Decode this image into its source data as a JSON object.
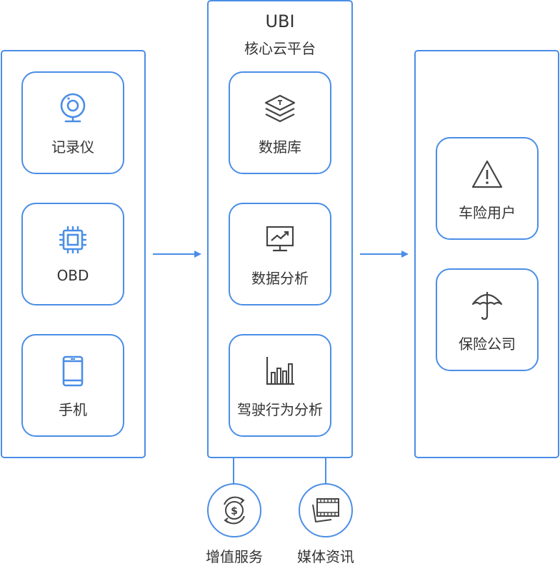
{
  "colors": {
    "accent": "#4a8ee6",
    "dark": "#444444",
    "text": "#333333"
  },
  "center": {
    "title": "UBI",
    "subtitle": "核心云平台"
  },
  "left": [
    {
      "label": "记录仪",
      "icon": "webcam-icon"
    },
    {
      "label": "OBD",
      "icon": "chip-icon"
    },
    {
      "label": "手机",
      "icon": "phone-icon"
    }
  ],
  "middle": [
    {
      "label": "数据库",
      "icon": "layers-icon"
    },
    {
      "label": "数据分析",
      "icon": "monitor-chart-icon"
    },
    {
      "label": "驾驶行为分析",
      "icon": "bar-chart-icon"
    }
  ],
  "right": [
    {
      "label": "车险用户",
      "icon": "warning-icon"
    },
    {
      "label": "保险公司",
      "icon": "umbrella-icon"
    }
  ],
  "bottom": [
    {
      "label": "增值服务",
      "icon": "dollar-cycle-icon"
    },
    {
      "label": "媒体资讯",
      "icon": "film-icon"
    }
  ]
}
